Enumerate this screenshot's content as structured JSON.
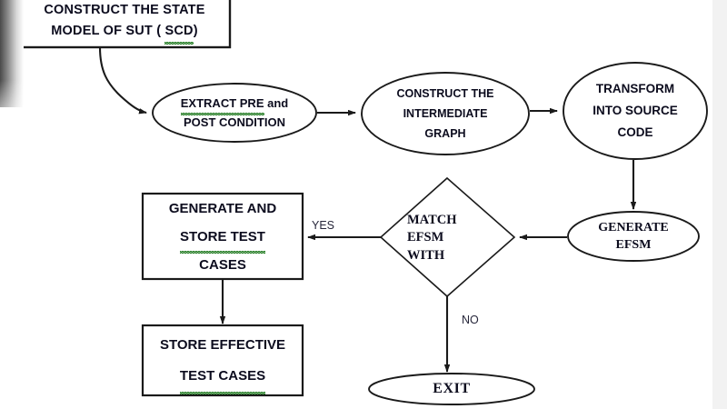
{
  "diagram": {
    "title": "Model Based Testing Flowchart",
    "background_color": "#ffffff",
    "stroke_color": "#1a1a1a",
    "text_color": "#0c0c1e",
    "spellcheck_underline_color": "#1f7a1f"
  },
  "nodes": {
    "construct_state_model": {
      "shape": "rectangle",
      "line1": "CONSTRUCT THE STATE",
      "line2_a": "MODEL OF SUT ( ",
      "line2_b": "SCD",
      "line2_c": ")"
    },
    "extract_conditions": {
      "shape": "ellipse",
      "line1_a": "EXTRACT  PRE",
      "line1_b": " and",
      "line2": "POST CONDITION"
    },
    "construct_intermediate_graph": {
      "shape": "ellipse",
      "line1": "CONSTRUCT THE",
      "line2": "INTERMEDIATE",
      "line3": "GRAPH"
    },
    "transform_source_code": {
      "shape": "ellipse",
      "line1": "TRANSFORM",
      "line2": "INTO SOURCE",
      "line3": "CODE"
    },
    "generate_efsm": {
      "shape": "ellipse",
      "line1": "GENERATE",
      "line2": "EFSM"
    },
    "match_efsm": {
      "shape": "diamond",
      "line1": "MATCH",
      "line2": "EFSM",
      "line3": "WITH"
    },
    "generate_store_test_cases": {
      "shape": "rectangle",
      "line1": "GENERATE AND",
      "line2": "STORE  TEST",
      "line3": "CASES"
    },
    "store_effective_test_cases": {
      "shape": "rectangle",
      "line1": "STORE EFFECTIVE",
      "line2": "TEST  CASES"
    },
    "exit": {
      "shape": "ellipse",
      "line1": "EXIT"
    }
  },
  "edges": {
    "yes_label": "YES",
    "no_label": "NO"
  }
}
